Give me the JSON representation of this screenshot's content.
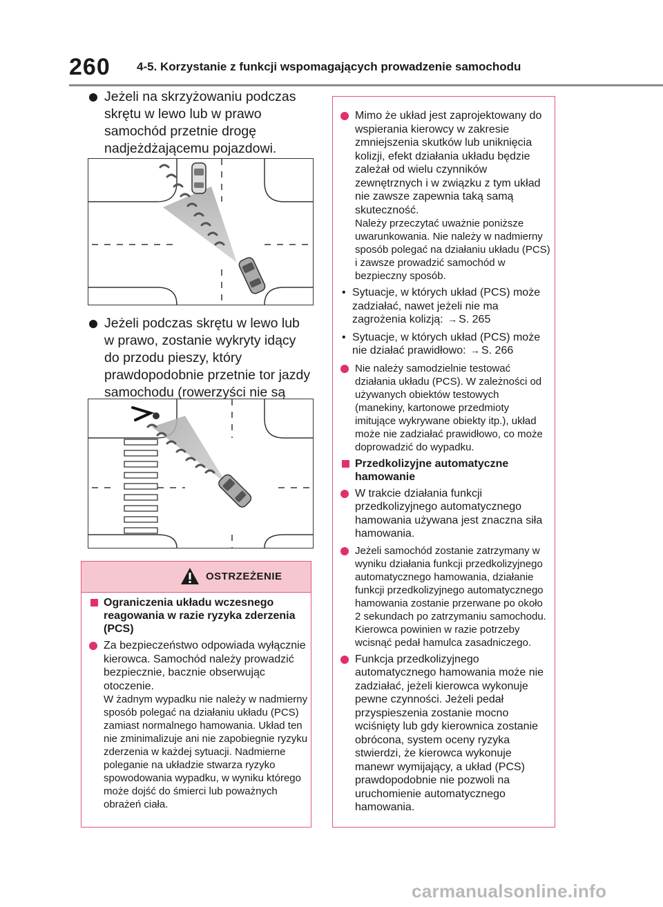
{
  "header": {
    "page_number": "260",
    "chapter_title": "4-5. Korzystanie z funkcji wspomagających prowadzenie samochodu"
  },
  "left": {
    "bullet1": "Jeżeli na skrzyżowaniu podczas skrętu w lewo lub w prawo samochód przetnie drogę nadjeżdżającemu pojazdowi.",
    "bullet2": "Jeżeli podczas skrętu w lewo lub w prawo, zostanie wykryty idący do przodu pieszy, który prawdopodobnie przetnie tor jazdy samochodu (rowerzyści nie są wykrywani)."
  },
  "warning": {
    "title": "OSTRZEŻENIE",
    "heading": "Ograniczenia układu wczesnego reagowania w razie ryzyka zderzenia (PCS)",
    "para_main": "Za bezpieczeństwo odpowiada wyłącznie kierowca. Samochód należy prowadzić bezpiecznie, bacznie obserwując otoczenie.",
    "para_sub": "W żadnym wypadku nie należy w nadmierny sposób polegać na działaniu układu (PCS) zamiast normalnego hamowania. Układ ten nie zminimalizuje ani nie zapobiegnie ryzyku zderzenia w każdej sytuacji. Nadmierne poleganie na układzie stwarza ryzyko spowodowania wypadku, w wyniku którego może dojść do śmierci lub poważnych obrażeń ciała."
  },
  "right": {
    "para1_main": "Mimo że układ jest zaprojektowany do wspierania kierowcy w zakresie zmniejszenia skutków lub uniknięcia kolizji, efekt działania układu będzie zależał od wielu czynników zewnętrznych i w związku z tym układ nie zawsze zapewnia taką samą skuteczność.",
    "para1_sub": "Należy przeczytać uważnie poniższe uwarunkowania. Nie należy w nadmierny sposób polegać na działaniu układu (PCS) i zawsze prowadzić samochód w bezpieczny sposób.",
    "dash1": "Sytuacje, w których układ (PCS) może zadziałać, nawet jeżeli nie ma zagrożenia kolizją:",
    "dash1_ref": "S. 265",
    "dash2": "Sytuacje, w których układ (PCS) może nie działać prawidłowo:",
    "dash2_ref": "S. 266",
    "para2": "Nie należy samodzielnie testować działania układu (PCS). W zależności od używanych obiektów testowych (manekiny, kartonowe przedmioty imitujące wykrywane obiekty itp.), układ może nie zadziałać prawidłowo, co może doprowadzić do wypadku.",
    "heading": "Przedkolizyjne automatyczne hamowanie",
    "para3": "W trakcie działania funkcji przedkolizyjnego automatycznego hamowania używana jest znaczna siła hamowania.",
    "para4": "Jeżeli samochód zostanie zatrzymany w wyniku działania funkcji przedkolizyjnego automatycznego hamowania, działanie funkcji przedkolizyjnego automatycznego hamowania zostanie przerwane po około 2 sekundach po zatrzymaniu samochodu. Kierowca powinien w razie potrzeby wcisnąć pedał hamulca zasadniczego.",
    "para5": "Funkcja przedkolizyjnego automatycznego hamowania może nie zadziałać, jeżeli kierowca wykonuje pewne czynności. Jeżeli pedał przyspieszenia zostanie mocno wciśnięty lub gdy kierownica zostanie obrócona, system oceny ryzyka stwierdzi, że kierowca wykonuje manewr wymijający, a układ (PCS) prawdopodobnie nie pozwoli na uruchomienie automatycznego hamowania."
  },
  "watermark": "carmanualsonline.info",
  "colors": {
    "accent_pink": "#e0306a",
    "box_border": "#e1567c",
    "header_fill": "#f6c7d0"
  }
}
